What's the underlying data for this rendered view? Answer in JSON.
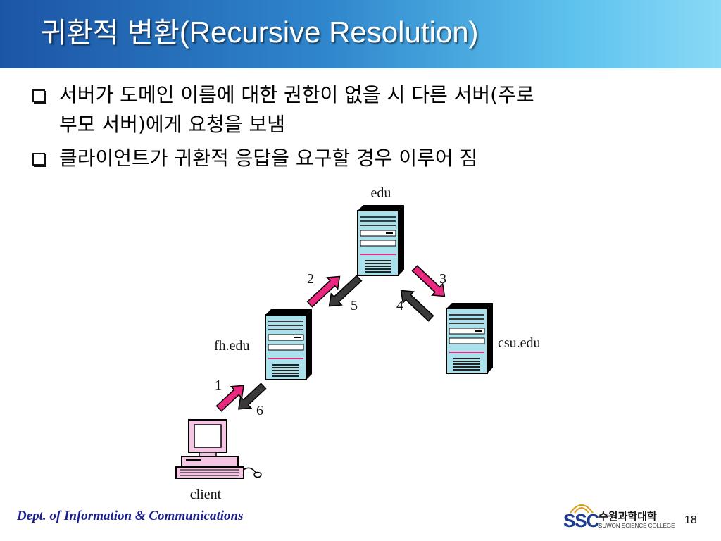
{
  "slide": {
    "title_ko": "귀환적 변환",
    "title_en": "(Recursive Resolution)",
    "bullets": [
      {
        "line1": "서버가 도메인 이름에 대한 권한이 없을 시 다른 서버(주로",
        "line2": "부모 서버)에게 요청을 보냄"
      },
      {
        "line1": "클라이언트가 귀환적 응답을 요구할 경우 이루어 짐"
      }
    ]
  },
  "diagram": {
    "nodes": {
      "edu": "edu",
      "fh": "fh.edu",
      "csu": "csu.edu",
      "client": "client"
    },
    "steps": [
      "1",
      "2",
      "3",
      "4",
      "5",
      "6"
    ],
    "colors": {
      "request_arrow": "#e8297f",
      "response_arrow": "#3a3a3a",
      "server_face": "#a9e2ec"
    }
  },
  "footer": {
    "dept": "Dept. of  Information & Communications",
    "logo_abbr": "SSC",
    "logo_name_ko": "수원과학대학",
    "logo_name_en": "SUWON SCIENCE COLLEGE",
    "page_number": "18"
  }
}
